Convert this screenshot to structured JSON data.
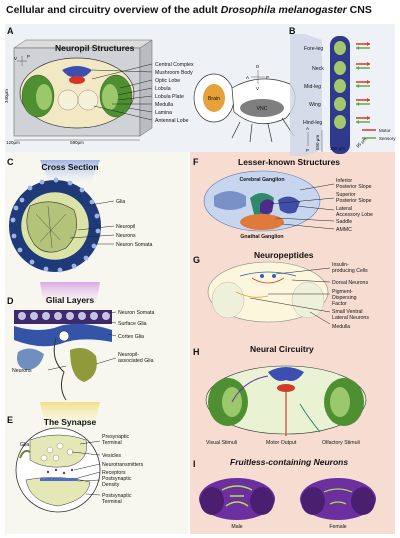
{
  "title": {
    "prefix": "Cellular and circuitry overview of the adult ",
    "species": "Drosophila melanogaster",
    "suffix": " CNS"
  },
  "panels": {
    "A": {
      "letter": "A",
      "heading": "Neuropil Structures",
      "labels": [
        "Central Complex",
        "Mushroom Body",
        "Optic Lobe",
        "Lobula",
        "Lobula Plate",
        "Medulla",
        "Lamina",
        "Antennal Lobe"
      ],
      "dims": {
        "height": "340μm",
        "width": "590μm",
        "depth": "120μm"
      },
      "axis_letters": [
        "V",
        "P",
        "A",
        "D"
      ]
    },
    "B": {
      "letter": "B",
      "brain_label": "Brain",
      "vnc_label": "VNC",
      "orientation": [
        "D",
        "A",
        "P",
        "V"
      ],
      "segments": [
        "Fore-leg",
        "Neck",
        "Mid-leg",
        "Wing",
        "Hind-leg"
      ],
      "legend": [
        "Motor",
        "Sensory"
      ],
      "dims": [
        "550 μm",
        "320 μm",
        "95 μm"
      ],
      "axis_letters": [
        "A",
        "P"
      ]
    },
    "C": {
      "letter": "C",
      "heading": "Cross Section",
      "labels": [
        "Glia",
        "Neuropil",
        "Neurons",
        "Neuron Somata"
      ]
    },
    "D": {
      "letter": "D",
      "heading": "Glial Layers",
      "labels": [
        "Neuron Somata",
        "Surface Glia",
        "Cortex Glia",
        "Neurons",
        "Neuropil-associated Glia"
      ]
    },
    "E": {
      "letter": "E",
      "heading": "The Synapse",
      "labels": [
        "Glia",
        "Presynaptic Terminal",
        "Vesicles",
        "Neurotransmitters",
        "Receptors",
        "Postsynaptic Density",
        "Postsynaptic Terminal"
      ]
    },
    "F": {
      "letter": "F",
      "heading": "Lesser-known Structures",
      "top_label": "Cerebral Ganglion",
      "bottom_label": "Gnathal Ganglion",
      "labels": [
        "Inferior Posterior Slope",
        "Superior Posterior Slope",
        "Lateral Accessory Lobe",
        "Saddle",
        "AMMC"
      ]
    },
    "G": {
      "letter": "G",
      "heading": "Neuropeptides",
      "labels": [
        "Insulin-producing Cells",
        "Dorsal Neurons",
        "Pigment-Dispersing Factor",
        "Small Ventral Lateral Neurons",
        "Medulla"
      ]
    },
    "H": {
      "letter": "H",
      "heading": "Neural Circuitry",
      "labels": [
        "Visual Stimuli",
        "Motor Output",
        "Olfactory Stimuli"
      ]
    },
    "I": {
      "letter": "I",
      "heading": "Fruitless-containing Neurons",
      "labels": [
        "Male",
        "Female"
      ]
    }
  },
  "colors": {
    "panel_bg_right": "#f7dcd2",
    "panel_bg_left": "#f3e9c8",
    "neuropil_green": "#5aa03c",
    "light_green": "#cfe3a7",
    "purple": "#6c2fa0",
    "blue": "#2f63b8",
    "orange": "#e6a13a",
    "sensory_green": "#5fae45",
    "motor_red": "#d23a2a"
  }
}
